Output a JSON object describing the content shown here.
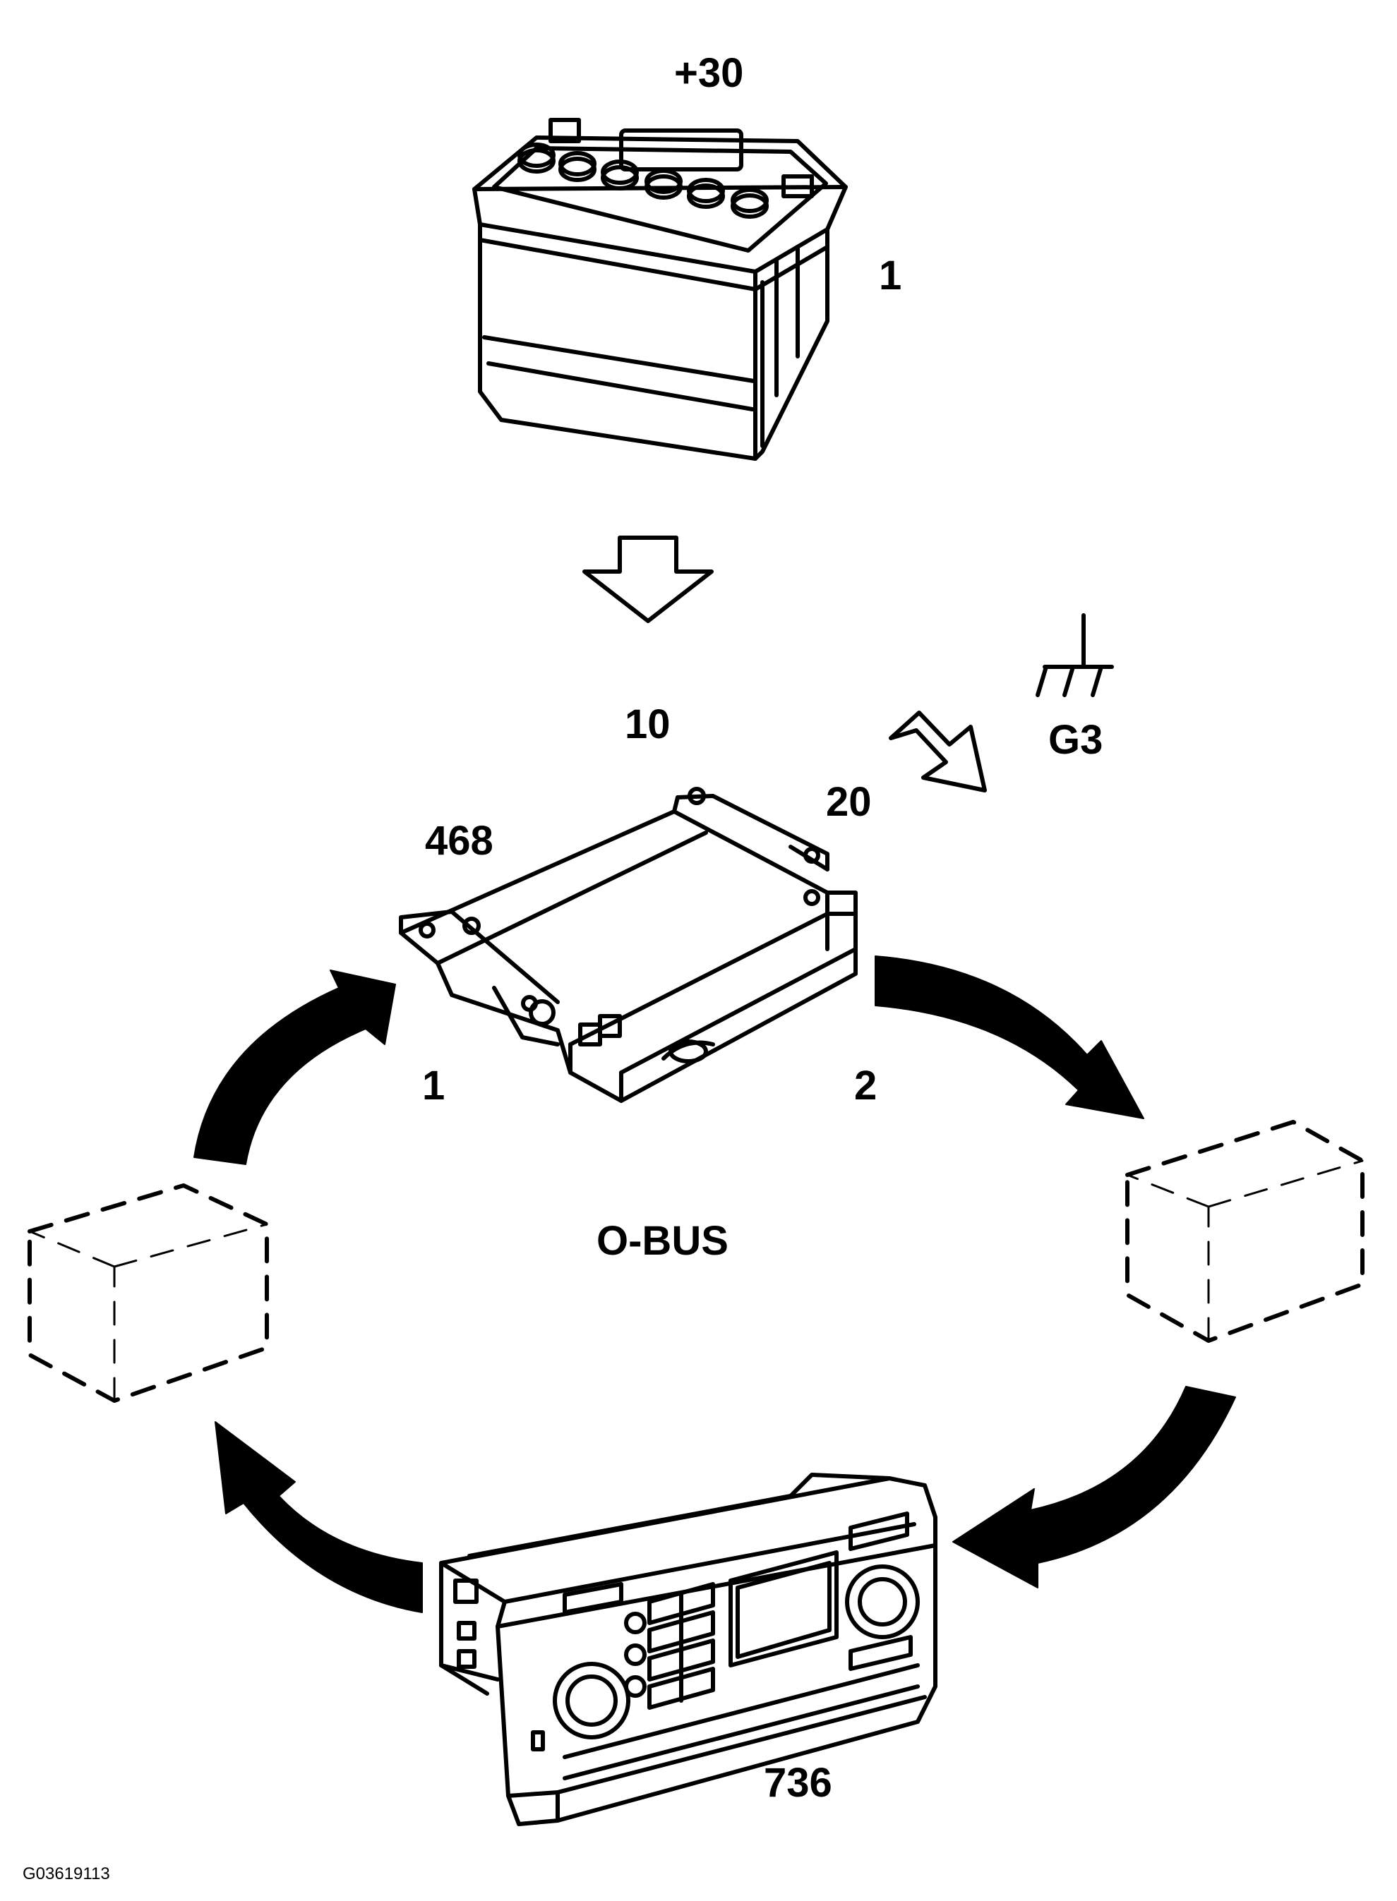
{
  "labels": {
    "battery_terminal": "+30",
    "battery_number": "1",
    "control_unit_pin_10": "10",
    "control_unit_pin_20": "20",
    "control_unit_number": "468",
    "ground_name": "G3",
    "bus_port_1": "1",
    "bus_port_2": "2",
    "bus_name": "O-BUS",
    "radio_number": "736",
    "figure_code": "G03619113"
  },
  "colors": {
    "ink": "#000000",
    "paper": "#ffffff"
  }
}
